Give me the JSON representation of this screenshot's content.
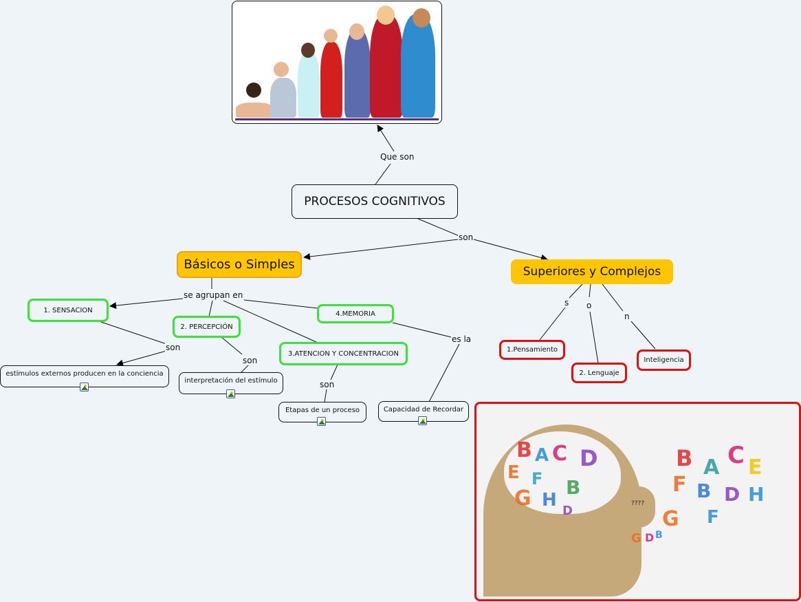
{
  "concepts": {
    "main": "PROCESOS COGNITIVOS",
    "basicos": "Básicos o Simples",
    "superiores": "Superiores y Complejos",
    "sensacion": "1. SENSACION",
    "percepcion": "2. PERCEPCIÓN",
    "atencion": "3.ATENCION Y CONCENTRACION",
    "memoria": "4.MEMORIA",
    "estimulos": "estímulos externos producen en la conciencia",
    "interpretacion": "interpretación del estímulo",
    "etapas": "Etapas de un proceso",
    "capacidad": "Capacidad de Recordar",
    "pensamiento": "1.Pensamiento",
    "lenguaje": "2. Lenguaje",
    "inteligencia": "Inteligencia"
  },
  "linking_phrases": {
    "que_son": "Que son",
    "son_main": "son",
    "se_agrupan": "se agrupan en",
    "son_sensacion": "son",
    "son_percepcion": "son",
    "son_atencion": "son",
    "es_la": "es la",
    "s": "s",
    "o": "o",
    "n": "n"
  },
  "images": {
    "kids_image": "children-growth-image",
    "brain_image": "head-letters-image",
    "brain_caption": "????"
  },
  "colors": {
    "background": "#eef4f7",
    "gold": "#ffc600",
    "green_border": "#3ae23a",
    "red_border": "#dd1111"
  }
}
